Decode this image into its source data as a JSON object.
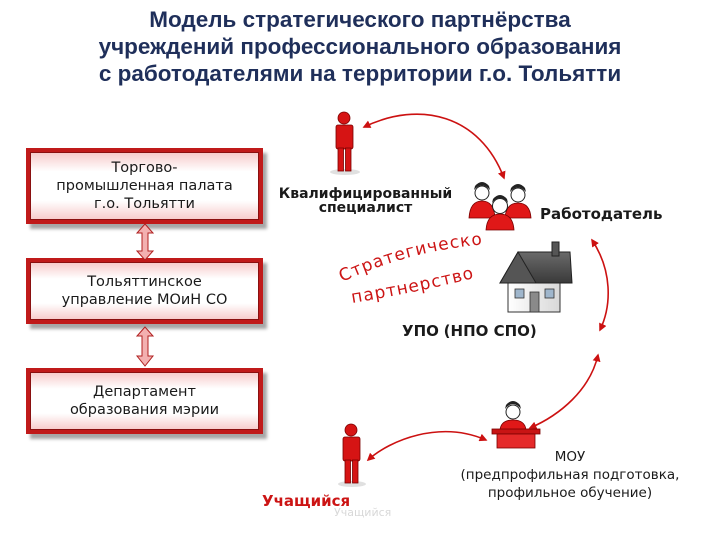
{
  "title": {
    "line1": "Модель стратегического партнёрства",
    "line2": "учреждений профессионального образования",
    "line3": "с работодателями на территории г.о. Тольятти"
  },
  "boxes": {
    "chamber": {
      "line1": "Торгово-",
      "line2": "промышленная палата",
      "line3": "г.о. Тольятти"
    },
    "ministry": {
      "line1": "Тольяттинское",
      "line2": "управление МОиН СО"
    },
    "department": {
      "line1": "Департамент",
      "line2": "образования мэрии"
    }
  },
  "nodes": {
    "specialist": {
      "line1": "Квалифицированный",
      "line2": "специалист"
    },
    "employer": "Работодатель",
    "upo": {
      "main": "УПО",
      "paren": "(НПО СПО)"
    },
    "mou": {
      "line1": "МОУ",
      "line2": "(предпрофильная подготовка,",
      "line3": "профильное обучение)"
    },
    "student": "Учащийся",
    "student_shadow": "Учащийся"
  },
  "partnership": {
    "word1": "Стратегическое",
    "word2": "партнерство"
  },
  "colors": {
    "title": "#1f2f5a",
    "accent": "#c01a1a",
    "arrow": "#cc1111",
    "vertical_arrow": "#f3b0b0"
  }
}
